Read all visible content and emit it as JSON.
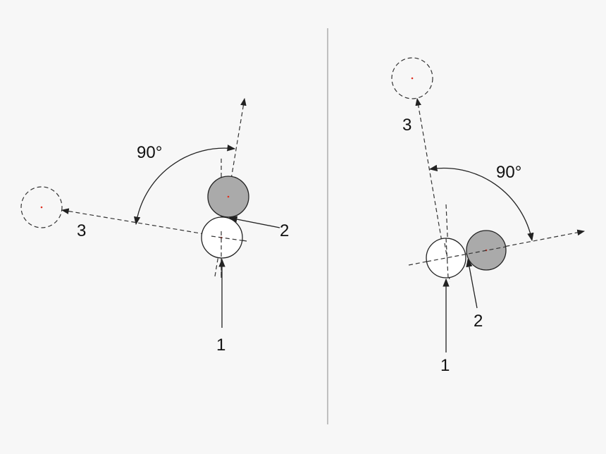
{
  "left_panel": {
    "angle_label": "90°",
    "label_1": "1",
    "label_2": "2",
    "label_3": "3"
  },
  "right_panel": {
    "angle_label": "90°",
    "label_1": "1",
    "label_2": "2",
    "label_3": "3"
  },
  "colors": {
    "background": "#f7f7f7",
    "struck_ball": "#aaaaaa",
    "cue_ball": "#ffffff",
    "center_dot": "#e03020"
  }
}
